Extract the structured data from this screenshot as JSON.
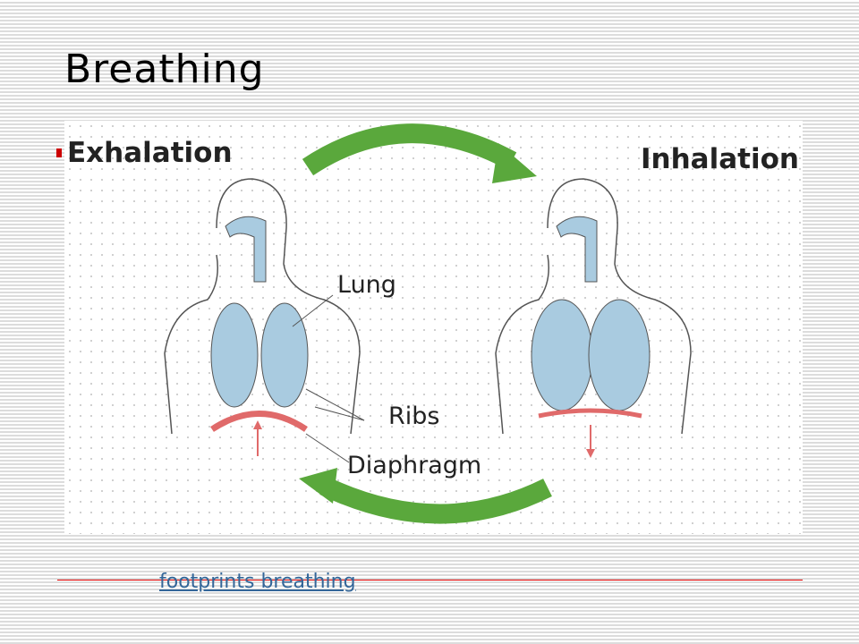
{
  "slide": {
    "title": "Breathing"
  },
  "figure": {
    "exhale_label": "Exhalation",
    "inhale_label": "Inhalation",
    "lung_label": "Lung",
    "ribs_label": "Ribs",
    "diaphragm_label": "Diaphragm",
    "colors": {
      "lung": "#a9cbe0",
      "arrow": "#5aa83c",
      "diaphragm": "#e06a6a"
    }
  },
  "footer": {
    "link_text": "footprints breathing"
  }
}
